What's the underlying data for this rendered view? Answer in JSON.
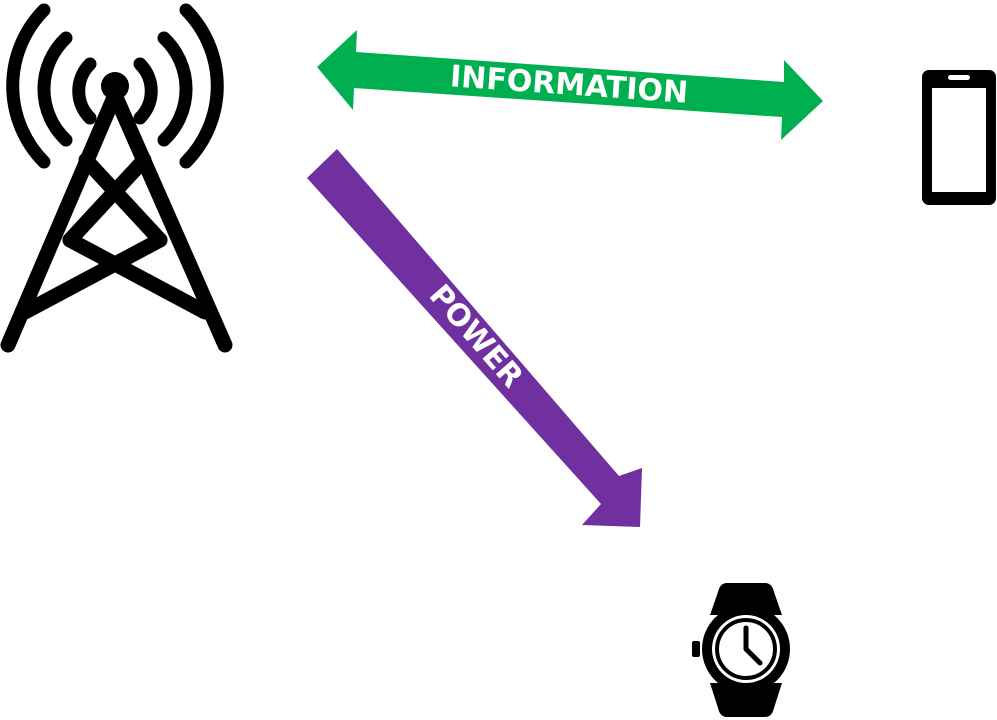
{
  "diagram": {
    "arrows": {
      "information": {
        "label": "INFORMATION",
        "color": "#00b050",
        "direction": "bidirectional"
      },
      "power": {
        "label": "POWER",
        "color": "#7030a0",
        "direction": "one-way"
      }
    },
    "icons": {
      "tower": "cell-tower-icon",
      "phone": "smartphone-icon",
      "watch": "smartwatch-icon"
    },
    "colors": {
      "icon_stroke": "#000000",
      "background": "#ffffff"
    }
  }
}
